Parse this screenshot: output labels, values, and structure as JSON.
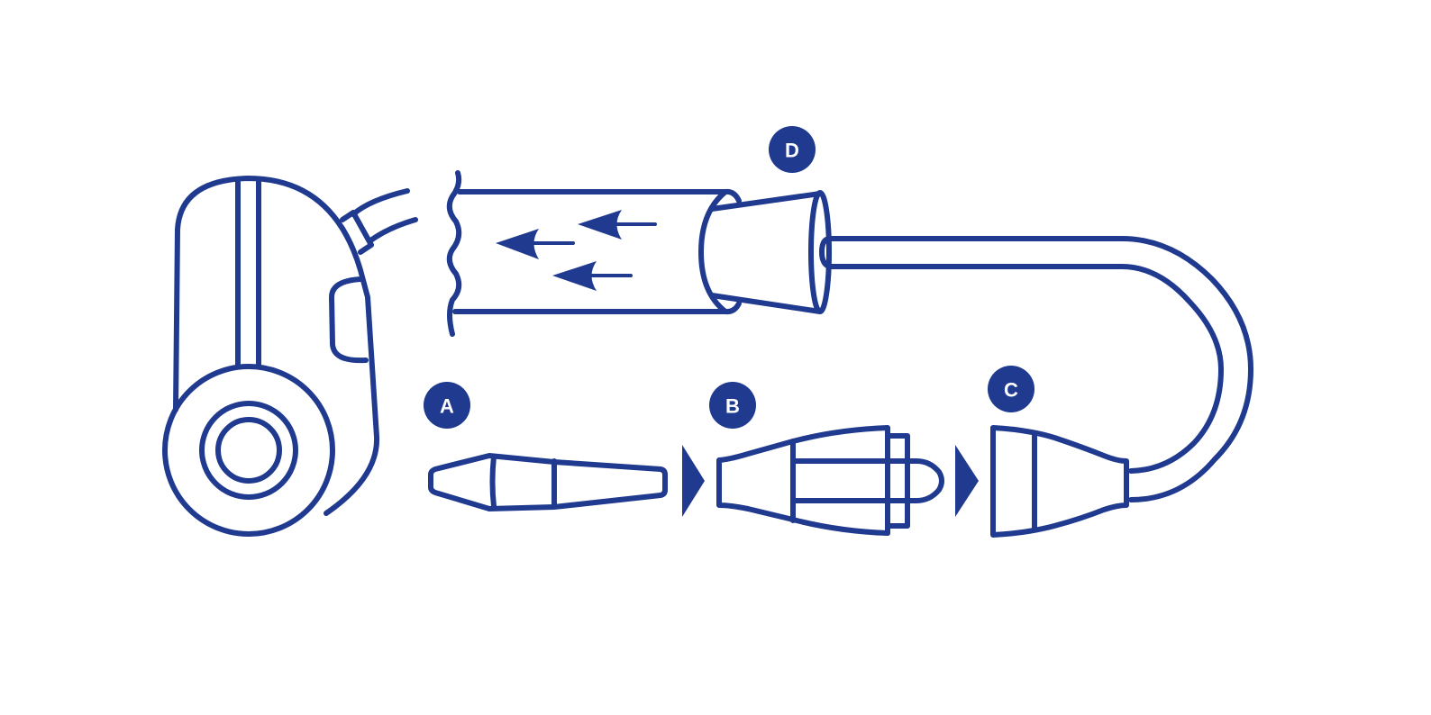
{
  "diagram": {
    "type": "assembly-illustration",
    "colors": {
      "stroke": "#1f3a8f",
      "background": "#ffffff",
      "badge_text": "#ffffff"
    },
    "labels": {
      "A": "A",
      "B": "B",
      "C": "C",
      "D": "D"
    },
    "components": [
      {
        "id": "device",
        "description": "hair dryer / handheld device with connection port"
      },
      {
        "id": "A",
        "description": "tapered nozzle adapter"
      },
      {
        "id": "B",
        "description": "connector coupling"
      },
      {
        "id": "C",
        "description": "hose end fitting"
      },
      {
        "id": "D",
        "description": "hose attachment inserted into pipe, airflow arrows pointing left"
      }
    ],
    "flow_arrows": 3,
    "assembly_arrows": 2
  }
}
